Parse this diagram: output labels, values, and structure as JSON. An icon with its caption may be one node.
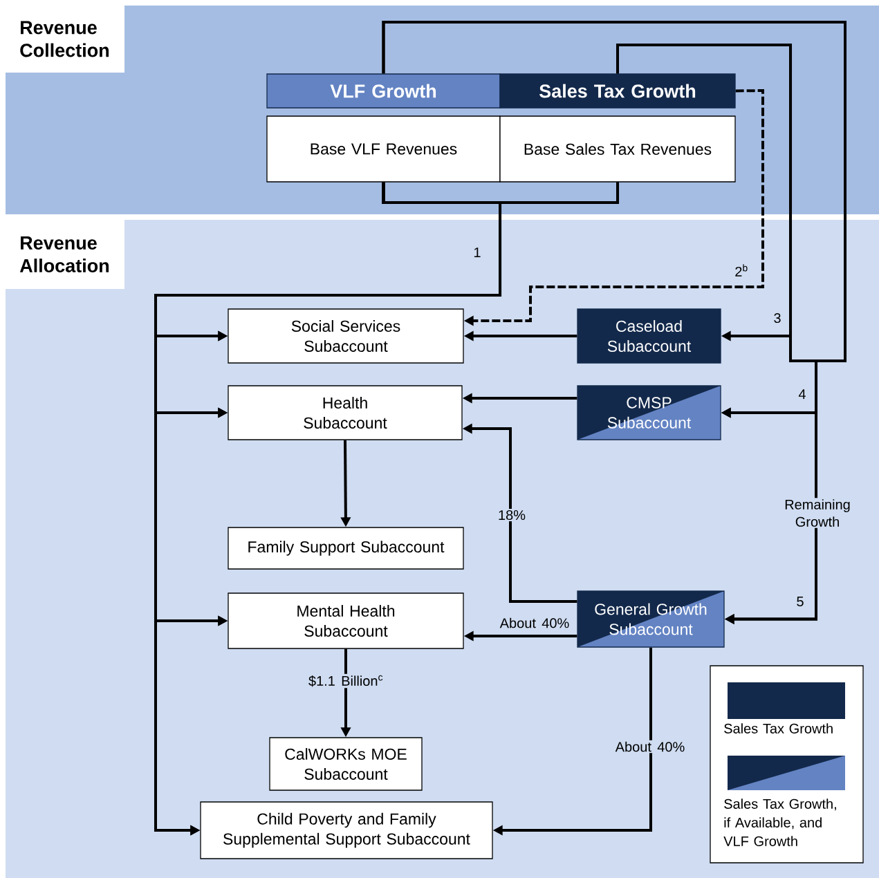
{
  "diagram": {
    "nodes": [
      {
        "text": [
          "Revenue Collection"
        ]
      },
      {
        "text": [
          "VLF Growth"
        ],
        "in": 0
      },
      {
        "text": [
          "Sales Tax Growth"
        ],
        "in": 0
      },
      {
        "text": [
          "Base VLF Revenues"
        ],
        "in": 0
      },
      {
        "text": [
          "Base Sales Tax Revenues"
        ],
        "in": 0
      },
      {
        "text": [
          "Revenue Allocation"
        ]
      },
      {
        "text": [
          "Social Services Subaccount"
        ],
        "in": 5
      },
      {
        "text": [
          "Caseload Subaccount"
        ],
        "in": 5
      },
      {
        "text": [
          "Health Subaccount"
        ],
        "in": 5
      },
      {
        "text": [
          "CMSP Subaccount"
        ],
        "in": 5
      },
      {
        "text": [
          "Family Support Subaccount"
        ],
        "in": 5
      },
      {
        "text": [
          "Mental Health Subaccount"
        ],
        "in": 5
      },
      {
        "text": [
          "General Growth Subaccount"
        ],
        "in": 5
      },
      {
        "text": [
          "CalWORKs MOE Subaccount"
        ],
        "in": 5
      },
      {
        "text": [
          "Child Poverty and Family Supplemental Support Subaccount"
        ],
        "in": 5
      }
    ],
    "edges": [
      {
        "from": 3,
        "to": 6,
        "arrow": "to",
        "label": "1"
      },
      {
        "from": 4,
        "to": 6,
        "arrow": "to"
      },
      {
        "from": 3,
        "to": 8,
        "arrow": "to"
      },
      {
        "from": 4,
        "to": 8,
        "arrow": "to"
      },
      {
        "from": 3,
        "to": 11,
        "arrow": "to"
      },
      {
        "from": 4,
        "to": 11,
        "arrow": "to"
      },
      {
        "from": 3,
        "to": 14,
        "arrow": "to"
      },
      {
        "from": 4,
        "to": 14,
        "arrow": "to"
      },
      {
        "from": 2,
        "to": 6,
        "arrow": "to",
        "label": "2$^{b}$",
        "style": "dashed"
      },
      {
        "from": 2,
        "to": 7,
        "arrow": "to",
        "label": "3"
      },
      {
        "from": 1,
        "to": 9,
        "arrow": "to"
      },
      {
        "from": 2,
        "to": 9,
        "arrow": "to",
        "label": "4"
      },
      {
        "from": 1,
        "to": 12,
        "arrow": "to",
        "label": "Remaining Growth"
      },
      {
        "from": 2,
        "to": 12,
        "arrow": "to",
        "label": "5"
      },
      {
        "from": 7,
        "to": 6,
        "arrow": "to"
      },
      {
        "from": 9,
        "to": 8,
        "arrow": "to"
      },
      {
        "from": 12,
        "to": 8,
        "arrow": "to",
        "label": "18%"
      },
      {
        "from": 12,
        "to": 11,
        "arrow": "to",
        "label": "About 40%"
      },
      {
        "from": 12,
        "to": 14,
        "arrow": "to",
        "label": "About 40%"
      },
      {
        "from": 8,
        "to": 10,
        "arrow": "to"
      },
      {
        "from": 11,
        "to": 13,
        "arrow": "to",
        "label": "$1.1 Billion$^{c}$"
      }
    ],
    "legend": [
      {
        "text": "Sales Tax Growth",
        "color": "#13294b"
      },
      {
        "text": "Sales Tax Growth, if Available, and VLF Growth"
      }
    ]
  }
}
